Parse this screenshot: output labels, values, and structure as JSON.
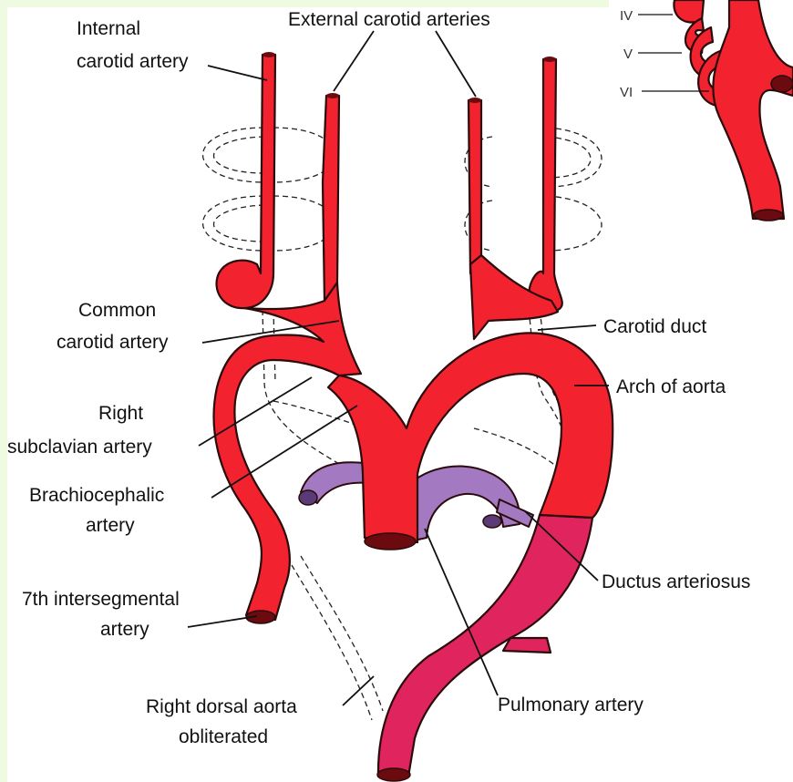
{
  "colors": {
    "background_frame": "#eefbe0",
    "artery": "#f2232f",
    "pulmonary_trunk": "#e0245e",
    "pulmonary_branches": "#a37ac2"
  },
  "labels": {
    "internal_carotid": [
      "Internal",
      "carotid artery"
    ],
    "external_carotid": "External carotid arteries",
    "common_carotid": [
      "Common",
      "carotid artery"
    ],
    "right_subclavian": [
      "Right",
      "subclavian artery"
    ],
    "brachiocephalic": [
      "Brachiocephalic",
      "artery"
    ],
    "seventh_intersegmental": [
      "7th intersegmental",
      "artery"
    ],
    "right_dorsal_aorta": [
      "Right dorsal aorta",
      "obliterated"
    ],
    "carotid_duct": "Carotid duct",
    "arch_of_aorta": "Arch of aorta",
    "ductus_arteriosus": "Ductus arteriosus",
    "pulmonary_artery": "Pulmonary artery"
  },
  "inset": {
    "arch_numerals": [
      "IV",
      "V",
      "VI"
    ]
  }
}
